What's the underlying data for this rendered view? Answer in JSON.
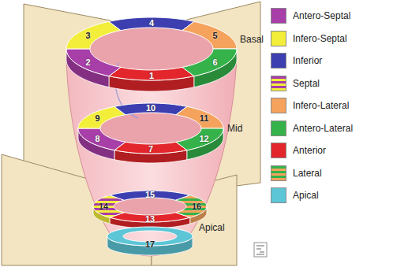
{
  "diagram": {
    "nodes": [
      {
        "text": [
          "1"
        ]
      },
      {
        "text": [
          "2"
        ]
      },
      {
        "text": [
          "3"
        ]
      },
      {
        "text": [
          "4"
        ]
      },
      {
        "text": [
          "5"
        ]
      },
      {
        "text": [
          "6"
        ]
      },
      {
        "text": [
          "7"
        ]
      },
      {
        "text": [
          "8"
        ]
      },
      {
        "text": [
          "9"
        ]
      },
      {
        "text": [
          "10"
        ]
      },
      {
        "text": [
          "11"
        ]
      },
      {
        "text": [
          "12"
        ]
      },
      {
        "text": [
          "13"
        ]
      },
      {
        "text": [
          "14"
        ]
      },
      {
        "text": [
          "15"
        ]
      },
      {
        "text": [
          "16"
        ]
      },
      {
        "text": [
          "17"
        ]
      }
    ],
    "labels": [
      "Basal",
      "Mid",
      "Apical"
    ],
    "legend": [
      {
        "text": "Antero-Septal",
        "color": "#a83ea8"
      },
      {
        "text": "Infero-Septal",
        "color": "#f2ee3a"
      },
      {
        "text": "Inferior",
        "color": "#3d3fb0"
      },
      {
        "text": "Septal"
      },
      {
        "text": "Infero-Lateral",
        "color": "#f5a35c"
      },
      {
        "text": "Antero-Lateral",
        "color": "#35b34a"
      },
      {
        "text": "Anterior",
        "color": "#e3262b"
      },
      {
        "text": "Lateral"
      },
      {
        "text": "Apical",
        "color": "#5cc6d6"
      }
    ]
  }
}
